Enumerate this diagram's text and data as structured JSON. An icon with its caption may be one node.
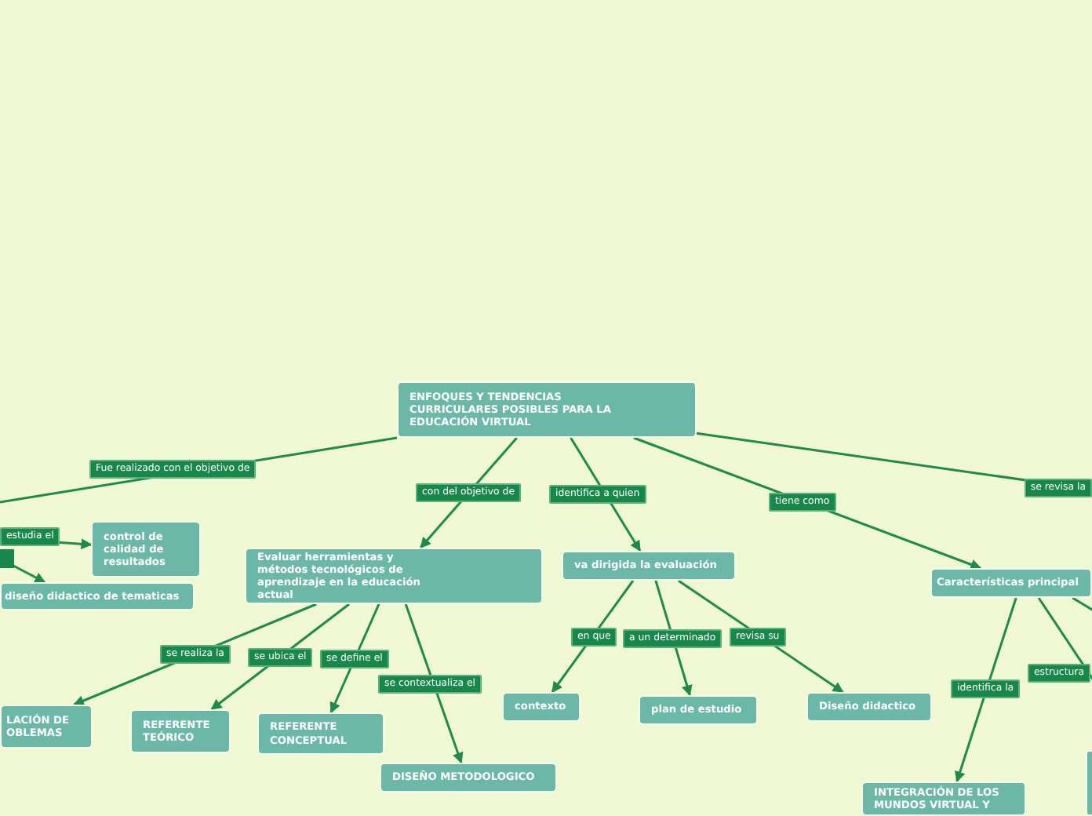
{
  "diagram": {
    "nodes": [
      {
        "text": [
          "ENFOQUES Y TENDENCIAS CURRICULARES POSIBLES PARA LA EDUCACIÓN VIRTUAL"
        ]
      },
      {
        "text": [
          "control de calidad de resultados"
        ]
      },
      {
        "text": [
          "diseño didactico de tematicas"
        ]
      },
      {
        "text": [
          "Evaluar  herramientas y métodos tecnológicos  de aprendizaje en la educación actual"
        ]
      },
      {
        "text": [
          "va dirigida la evaluación"
        ]
      },
      {
        "text": [
          "Características principal"
        ]
      },
      {
        "text": [
          "LACIÓN DE OBLEMAS"
        ]
      },
      {
        "text": [
          "REFERENTE TEÓRICO"
        ]
      },
      {
        "text": [
          "REFERENTE CONCEPTUAL"
        ]
      },
      {
        "text": [
          "DISEÑO METODOLOGICO"
        ]
      },
      {
        "text": [
          "contexto"
        ]
      },
      {
        "text": [
          "plan de estudio"
        ]
      },
      {
        "text": [
          "Diseño didactico"
        ]
      },
      {
        "text": [
          "INTEGRACIÓN DE LOS MUNDOS VIRTUAL Y"
        ]
      },
      {
        "text": [],
        "shape": "box"
      }
    ],
    "edges": [
      {
        "from": 0,
        "to": null,
        "arrow": "none",
        "label": "Fue realizado con el objetivo de"
      },
      {
        "from": null,
        "to": 1,
        "arrow": "to",
        "label": "estudia el"
      },
      {
        "from": null,
        "to": 2,
        "arrow": "to"
      },
      {
        "from": 0,
        "to": 3,
        "arrow": "to",
        "label": "con del objetivo de"
      },
      {
        "from": 0,
        "to": 4,
        "arrow": "to",
        "label": "identifica a quien"
      },
      {
        "from": 0,
        "to": 5,
        "arrow": "to",
        "label": "tiene como"
      },
      {
        "from": 0,
        "to": null,
        "arrow": "none",
        "label": "se revisa la"
      },
      {
        "from": 3,
        "to": 6,
        "arrow": "to",
        "label": "se realiza la"
      },
      {
        "from": 3,
        "to": 7,
        "arrow": "to",
        "label": "se ubica el"
      },
      {
        "from": 3,
        "to": 8,
        "arrow": "to",
        "label": "se define el"
      },
      {
        "from": 3,
        "to": 9,
        "arrow": "to",
        "label": "se contextualiza el"
      },
      {
        "from": 4,
        "to": 10,
        "arrow": "to",
        "label": "en que"
      },
      {
        "from": 4,
        "to": 11,
        "arrow": "to",
        "label": "a un determinado"
      },
      {
        "from": 4,
        "to": 12,
        "arrow": "to",
        "label": "revisa su"
      },
      {
        "from": 5,
        "to": 13,
        "arrow": "to",
        "label": "identifica la"
      },
      {
        "from": 5,
        "to": null,
        "arrow": "none",
        "label": "estructura"
      },
      {
        "from": 5,
        "to": null,
        "arrow": "none"
      }
    ]
  }
}
